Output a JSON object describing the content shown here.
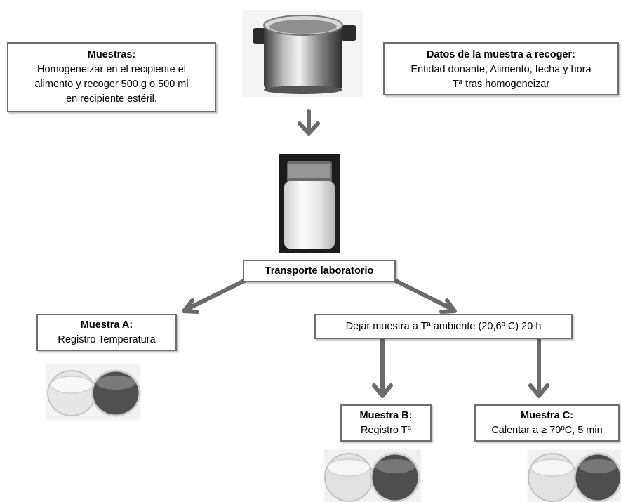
{
  "muestras_box": {
    "title": "Muestras:",
    "lines": [
      "Homogeneizar en el recipiente el",
      "alimento y recoger 500  g  o 500 ml",
      "en recipiente estéril."
    ]
  },
  "datos_box": {
    "title": "Datos de la muestra a recoger:",
    "lines": [
      "Entidad donante,  Alimento, fecha y hora",
      "Tª  tras homogeneizar"
    ]
  },
  "transporte_box": {
    "label": "Transporte laboratorio"
  },
  "muestra_a_box": {
    "title": "Muestra A:",
    "line": "Registro Temperatura"
  },
  "dejar_box": {
    "label": "Dejar muestra a Tª ambiente (20,6º C) 20 h"
  },
  "muestra_b_box": {
    "title": "Muestra B:",
    "line": "Registro Tª"
  },
  "muestra_c_box": {
    "title": "Muestra C:",
    "line": "Calentar a  ≥ 70ºC, 5 min"
  },
  "colors": {
    "arrow": "#6b6b6b",
    "border": "#6e6e6e"
  }
}
